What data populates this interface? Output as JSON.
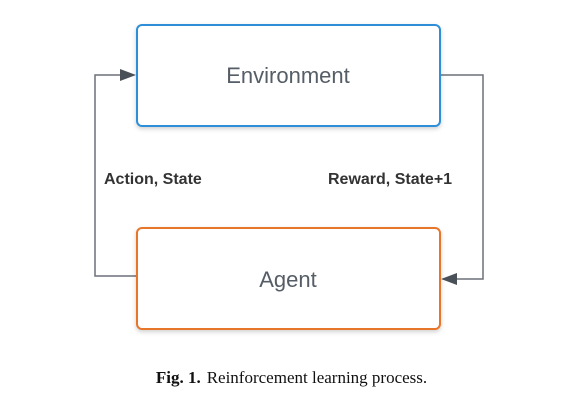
{
  "diagram": {
    "nodes": {
      "environment": {
        "label": "Environment",
        "border_color": "#2f8fd8"
      },
      "agent": {
        "label": "Agent",
        "border_color": "#e8762c"
      }
    },
    "edges": {
      "left": {
        "label": "Action, State",
        "from": "agent",
        "to": "environment"
      },
      "right": {
        "label": "Reward, State+1",
        "from": "environment",
        "to": "agent"
      }
    },
    "connector_color": "#6b7178"
  },
  "caption": {
    "number": "Fig. 1.",
    "text": "Reinforcement learning process."
  }
}
